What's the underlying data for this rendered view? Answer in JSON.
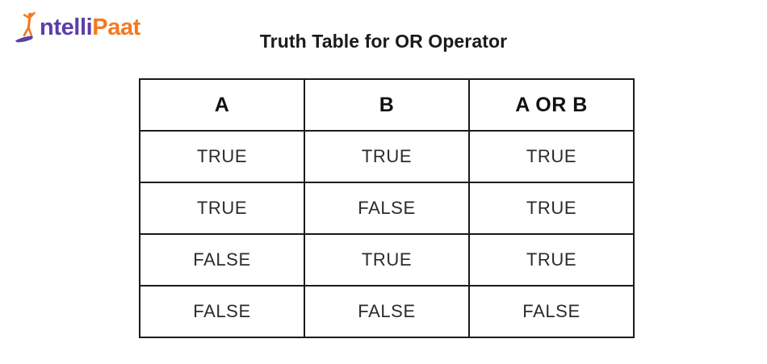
{
  "brand": {
    "logo_icon": "intellipaat-figure-icon",
    "text_primary": "ntelli",
    "text_secondary": "Paat",
    "color_primary": "#5B3FA8",
    "color_secondary": "#F47A20"
  },
  "title": "Truth Table for OR Operator",
  "table": {
    "headers": [
      "A",
      "B",
      "A OR B"
    ],
    "rows": [
      [
        "TRUE",
        "TRUE",
        "TRUE"
      ],
      [
        "TRUE",
        "FALSE",
        "TRUE"
      ],
      [
        "FALSE",
        "TRUE",
        "TRUE"
      ],
      [
        "FALSE",
        "FALSE",
        "FALSE"
      ]
    ]
  },
  "chart_data": {
    "type": "table",
    "title": "Truth Table for OR Operator",
    "columns": [
      "A",
      "B",
      "A OR B"
    ],
    "rows": [
      [
        "TRUE",
        "TRUE",
        "TRUE"
      ],
      [
        "TRUE",
        "FALSE",
        "TRUE"
      ],
      [
        "FALSE",
        "TRUE",
        "TRUE"
      ],
      [
        "FALSE",
        "FALSE",
        "FALSE"
      ]
    ]
  }
}
